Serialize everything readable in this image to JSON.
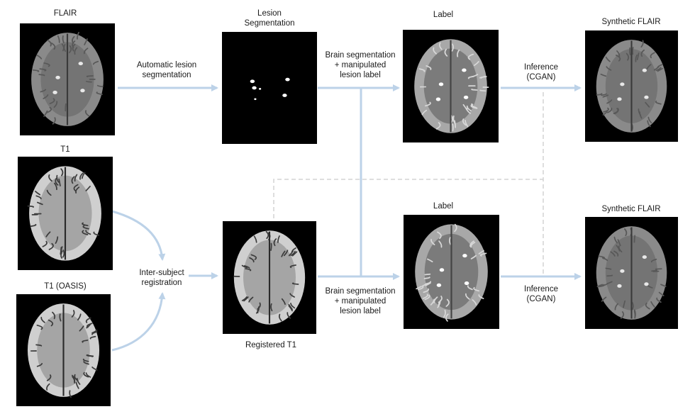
{
  "colors": {
    "arrow": "#bcd2e8",
    "dashed": "#d4d4d4",
    "panel_bg": "#000000"
  },
  "panels": {
    "flair": {
      "title": "FLAIR",
      "kind": "flair-mri"
    },
    "t1": {
      "title": "T1",
      "kind": "t1-mri"
    },
    "t1_oasis": {
      "title": "T1 (OASIS)",
      "kind": "t1-mri"
    },
    "lesion_seg": {
      "title": [
        "Lesion",
        "Segmentation"
      ],
      "kind": "lesion-mask"
    },
    "registered_t1": {
      "title": "Registered T1",
      "kind": "t1-mri"
    },
    "label_top": {
      "title": "Label",
      "kind": "label-map"
    },
    "label_bottom": {
      "title": "Label",
      "kind": "label-map"
    },
    "synthetic_flair_top": {
      "title": "Synthetic FLAIR",
      "kind": "flair-mri"
    },
    "synthetic_flair_bottom": {
      "title": "Synthetic FLAIR",
      "kind": "flair-mri"
    }
  },
  "steps": {
    "auto_seg": [
      "Automatic lesion",
      "segmentation"
    ],
    "brain_seg_top": [
      "Brain segmentation",
      "+ manipulated",
      "lesion label"
    ],
    "brain_seg_bottom": [
      "Brain segmentation",
      "+ manipulated",
      "lesion label"
    ],
    "inter_subject": [
      "Inter-subject",
      "registration"
    ],
    "inference_top": [
      "Inference",
      "(CGAN)"
    ],
    "inference_bottom": [
      "Inference",
      "(CGAN)"
    ]
  }
}
